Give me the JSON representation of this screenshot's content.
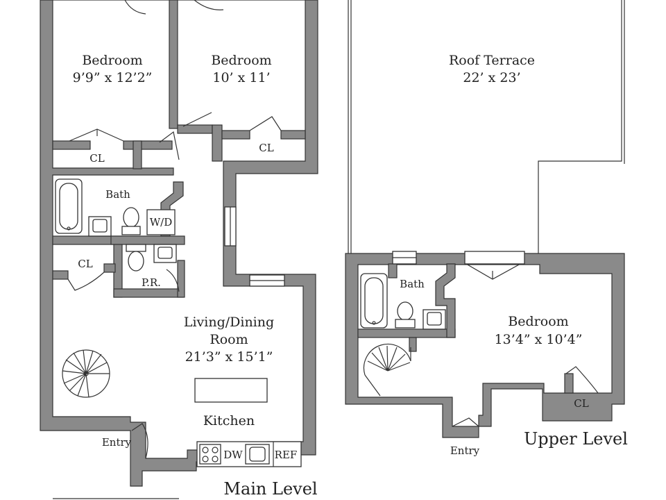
{
  "main_level": {
    "title": "Main Level",
    "bedroom_left": {
      "name": "Bedroom",
      "size": "9’9” x 12’2”"
    },
    "bedroom_right": {
      "name": "Bedroom",
      "size": "10’ x 11’"
    },
    "closet_left": "CL",
    "closet_right": "CL",
    "bath": "Bath",
    "washer_dryer": "W/D",
    "closet_hall": "CL",
    "powder_room": "P.R.",
    "living": {
      "line1": "Living/Dining",
      "line2": "Room",
      "size": "21’3” x 15’1”"
    },
    "kitchen": "Kitchen",
    "dishwasher": "DW",
    "refrigerator": "REF",
    "entry": "Entry"
  },
  "upper_level": {
    "title": "Upper Level",
    "terrace": {
      "name": "Roof Terrace",
      "size": "22’ x 23’"
    },
    "bath": "Bath",
    "bedroom": {
      "name": "Bedroom",
      "size": "13’4” x 10’4”"
    },
    "closet": "CL",
    "entry": "Entry"
  },
  "colors": {
    "wall": "#8a8a8a",
    "line": "#333333",
    "background": "#ffffff"
  }
}
